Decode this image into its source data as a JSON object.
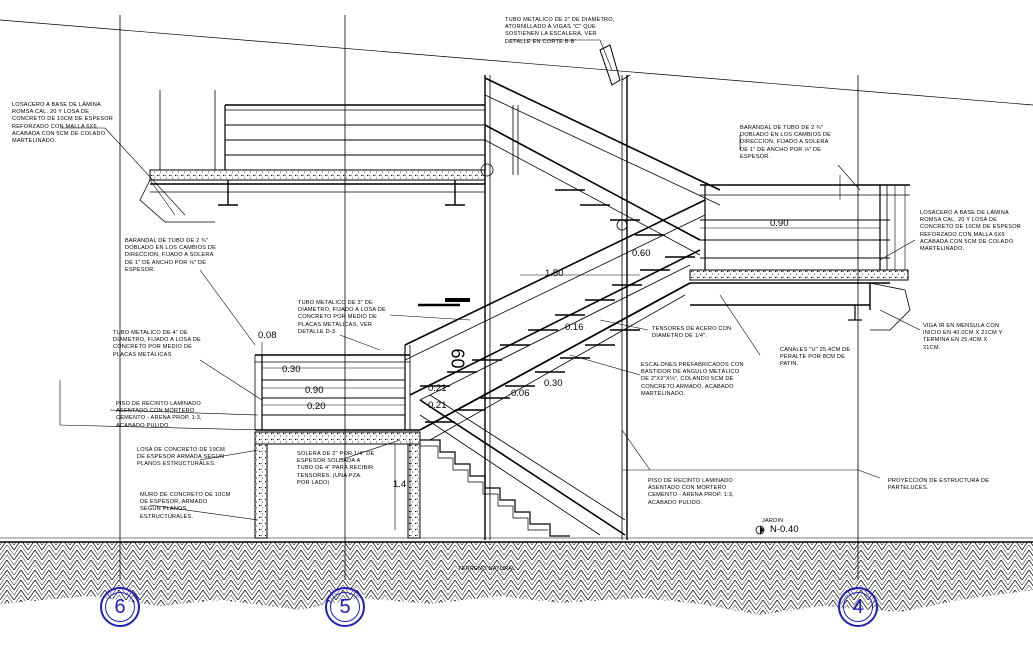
{
  "notes": {
    "losacero_left": "LOSACERO A BASE DE LÁMINA\nROMSA CAL. 20 Y LOSA DE\nCONCRETO DE 10cm DE ESPESOR\nREFORZADO CON MALLA 6x6\nACABADA CON 5cm DE COLADO\nMARTELINADO.",
    "tubo_2": "TUBO METALICO DE 2\" DE DIAMETRO,\nATORNILLADO A VIGAS \"C\" QUE\nSOSTIENEN LA ESCALERA, VER\nDETALLE EN CORTE b-b'",
    "barandal_right": "BARANDAL DE TUBO DE 2 ¾\"\nDOBLADO EN LOS CAMBIOS DE\nDIRECCION, FIJADO A SOLERA\nDE 1\" DE ANCHO POR ⅛\" DE\nESPESOR.",
    "losacero_right": "LOSACERO A BASE DE LÁMINA\nROMSA CAL. 20 Y LOSA DE\nCONCRETO DE 10cm DE ESPESOR\nREFORZADO CON MALLA 6x6\nACABADA CON 5cm DE COLADO\nMARTELINADO.",
    "barandal_left": "BARANDAL DE TUBO DE 2 ¾\"\nDOBLADO EN LOS CAMBIOS DE\nDIRECCION, FIJADO A SOLERA\nDE 1\" DE ANCHO POR ⅛\" DE\nESPESOR.",
    "tubo_3": "TUBO METALICO DE 3\" DE\nDIAMETRO, FIJADO A LOSA DE\nCONCRETO POR MEDIO DE\nPLACAS METÁLICAS, VER\nDETALLE D-3.",
    "tubo_4": "TUBO METALICO DE 4\" DE\nDIAMETRO, FIJADO A LOSA DE\nCONCRETO POR MEDIO DE\nPLACAS METÁLICAS",
    "tensores": "TENSORES DE ACERO CON\nDIAMETRO DE 1/4\".",
    "viga": "VIGA IR EN MENSULA CON\nINICIO EN 40.0cm x 21cm Y\nTERMINA EN 25.4cm x\n21cm.",
    "escalones": "ESCALONES PREFABRICADOS CON\nBASTIDOR DE ANGULO METÁLICO\nDE 2\"x2\"x⅛\", COLANDO 5cm DE\nCONCRETO ARMADO, ACABADO\nMARTELINADO.",
    "canales": "CANALES \"U\" 25.4cm DE\nPERALTE POR 8cm DE\nPATIN.",
    "piso_left": "PISO DE RECINTO LAMINADO\nASENTADO CON MORTERO\nCEMENTO - ARENA PROP. 1:3,\nACABADO PULIDO.",
    "losa_concreto": "LOSA DE CONCRETO DE 10cm\nDE ESPESOR ARMADA SEGUN\nPLANOS ESTRUCTURALES.",
    "solera": "SOLERA DE 2\" POR 1/4\" DE\nESPESOR SOLDADA A\nTUBO DE 4\" PARA RECIBIR\nTENSORES. (UNA PZA.\nPOR LADO)",
    "piso_right": "PISO DE RECINTO LAMINADO\nASENTADO CON MORTERO\nCEMENTO - ARENA PROP. 1:3,\nACABADO PULIDO.",
    "proyeccion": "PROYECCIÓN DE ESTRUCTURA DE\nPARTELUCES.",
    "muro": "MURO DE CONCRETO DE 10cm\nDE ESPESOR, ARMADO\nSEGUN PLANOS\nESTRUCTURALES.",
    "terreno": "TERRENO NATURAL",
    "jardin": "JARDIN"
  },
  "dimensions": {
    "d090_right": "0.90",
    "d060": "0.60",
    "d150": "1.50",
    "d008": "0.08",
    "d030_left": "0.30",
    "d090_left": "0.90",
    "d020": "0.20",
    "d021_a": "0.21",
    "d021_b": "0.21",
    "d006": "0.06",
    "d030_mid": "0.30",
    "d016": "0.16",
    "d14": "1.4",
    "level": "N-0.40",
    "big_60": "60"
  },
  "axes": {
    "axis_6": "6",
    "axis_5": "5",
    "axis_4": "4"
  },
  "colors": {
    "lines": "#000000",
    "axis_circles": "#1f1fbf"
  }
}
